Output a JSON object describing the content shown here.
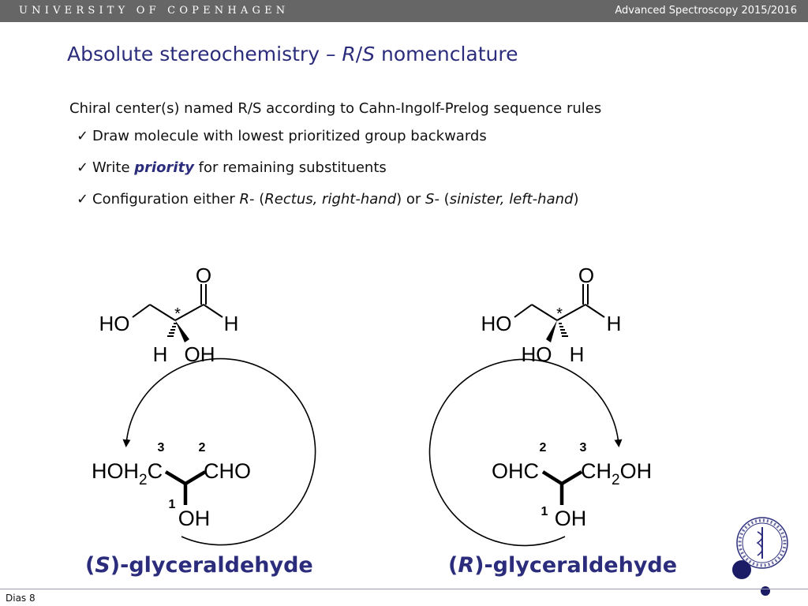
{
  "header": {
    "university": "UNIVERSITY OF COPENHAGEN",
    "course": "Advanced Spectroscopy 2015/2016"
  },
  "slide": {
    "title_prefix": "Absolute stereochemistry – ",
    "title_r": "R",
    "title_slash": "/",
    "title_s": "S",
    "title_suffix": " nomenclature",
    "intro": "Chiral center(s) named R/S according to Cahn-Ingolf-Prelog sequence rules",
    "check_glyph": "✓",
    "bullet1": "Draw molecule with lowest prioritized group backwards",
    "bullet2_pre": "Write ",
    "bullet2_hl": "priority",
    "bullet2_post": " for remaining substituents",
    "bullet3_a": "Configuration either ",
    "bullet3_r": "R",
    "bullet3_b": "- (",
    "bullet3_rectus": "Rectus, right-hand",
    "bullet3_c": ") or ",
    "bullet3_s": "S",
    "bullet3_d": "- (",
    "bullet3_sinister": "sinister, left-hand",
    "bullet3_e": ")"
  },
  "structures": {
    "left_top": {
      "o": "O",
      "ho": "HO",
      "h": "H",
      "star": "*",
      "h_down": "H",
      "oh_down": "OH"
    },
    "right_top": {
      "o": "O",
      "ho": "HO",
      "h": "H",
      "star": "*",
      "ho_down": "HO",
      "h_down": "H"
    },
    "left_bottom": {
      "p3": "3",
      "p2": "2",
      "p1": "1",
      "g_left_a": "HOH",
      "g_left_sub": "2",
      "g_left_b": "C",
      "g_right": "CHO",
      "g_down": "OH"
    },
    "right_bottom": {
      "p2": "2",
      "p3": "3",
      "p1": "1",
      "g_left": "OHC",
      "g_right_a": "CH",
      "g_right_sub": "2",
      "g_right_b": "OH",
      "g_down": "OH"
    }
  },
  "labels": {
    "s_open": "(",
    "s_letter": "S",
    "s_rest": ")-glyceraldehyde",
    "r_open": "(",
    "r_letter": "R",
    "r_rest": ")-glyceraldehyde"
  },
  "footer": {
    "page": "Dias 8"
  },
  "colors": {
    "title": "#2b2d7c",
    "header_bg": "#666666",
    "accent_dots": "#1c1c66"
  },
  "icons": [
    "university-seal-icon",
    "decorative-dot-icon"
  ]
}
